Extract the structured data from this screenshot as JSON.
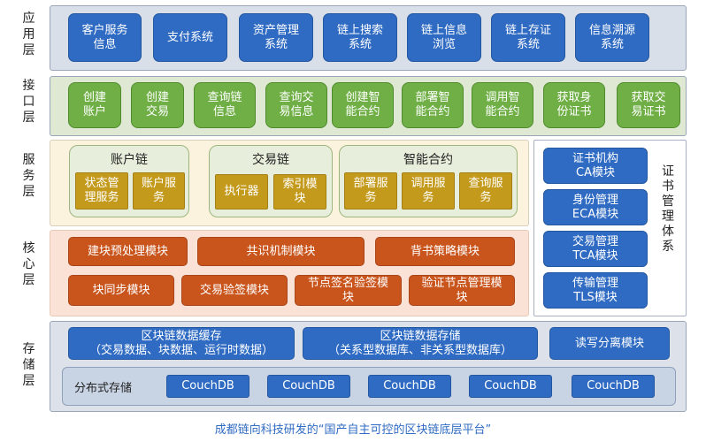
{
  "layers": {
    "application": "应用层",
    "interface": "接口层",
    "service": "服务层",
    "core": "核心层",
    "storage": "存储层"
  },
  "application_items": [
    "客户服务\n信息",
    "支付系统",
    "资产管理\n系统",
    "链上搜索\n系统",
    "链上信息\n浏览",
    "链上存证\n系统",
    "信息溯源\n系统"
  ],
  "interface_items": [
    "创建\n账户",
    "创建\n交易",
    "查询链\n信息",
    "查询交\n易信息",
    "创建智\n能合约",
    "部署智\n能合约",
    "调用智\n能合约",
    "获取身\n份证书",
    "获取交\n易证书"
  ],
  "service": {
    "account_chain": {
      "title": "账户链",
      "items": [
        "状态管\n理服务",
        "账户服\n务"
      ]
    },
    "tx_chain": {
      "title": "交易链",
      "items": [
        "执行器",
        "索引模\n块"
      ]
    },
    "smart_contract": {
      "title": "智能合约",
      "items": [
        "部署服\n务",
        "调用服\n务",
        "查询服\n务"
      ]
    }
  },
  "core_row1": [
    "建块预处理模块",
    "共识机制模块",
    "背书策略模块"
  ],
  "core_row2": [
    "块同步模块",
    "交易验签模块",
    "节点签名验签模\n块",
    "验证节点管理模\n块"
  ],
  "cert": {
    "title": "证\n书\n管\n理\n体\n系",
    "items": [
      "证书机构\nCA模块",
      "身份管理\nECA模块",
      "交易管理\nTCA模块",
      "传输管理\nTLS模块"
    ]
  },
  "storage": {
    "cache": "区块链数据缓存\n（交易数据、块数据、运行时数据）",
    "store": "区块链数据存储\n（关系型数据库、非关系型数据库）",
    "rw": "读写分离模块",
    "dist_label": "分布式存储",
    "couchdb": [
      "CouchDB",
      "CouchDB",
      "CouchDB",
      "CouchDB",
      "CouchDB"
    ]
  },
  "footer": "成都链向科技研发的“国产自主可控的区块链底层平台”",
  "colors": {
    "blue": "#2f6bc3",
    "green": "#6faf45",
    "orange": "#c9541c",
    "gold": "#c49a1c"
  }
}
